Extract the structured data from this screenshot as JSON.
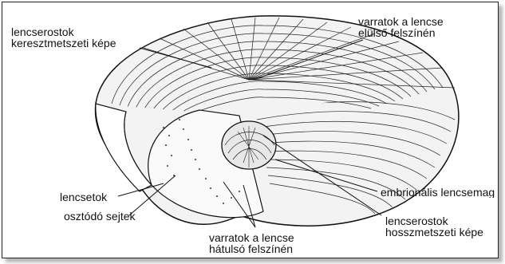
{
  "labels": {
    "cross_section": "lencserostok\nkeresztmetszeti képe",
    "anterior_sutures": "varratok a lencse\nelülső felszínén",
    "lens_capsule": "lencsetok",
    "dividing_cells": "osztódó sejtek",
    "embryonic_nucleus": "embrionális lencsemag",
    "longitudinal_section": "lencserostok\nhosszmetszeti képe",
    "posterior_sutures": "varratok a lencse\nhátulsó felszínén"
  },
  "colors": {
    "ink": "#111111",
    "line": "#1a1a1a",
    "background": "#ffffff"
  }
}
